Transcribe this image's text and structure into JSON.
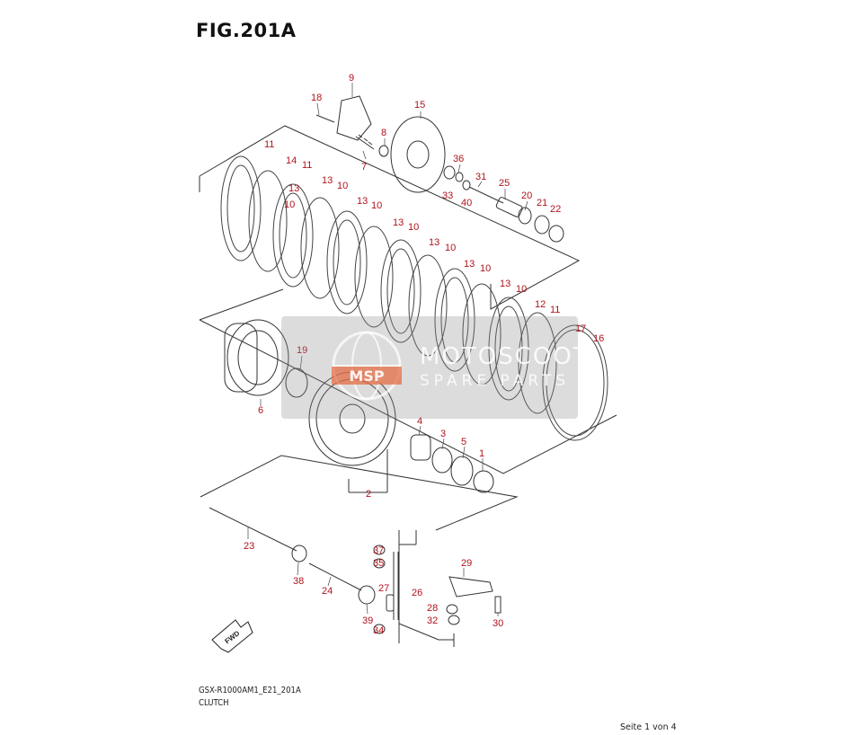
{
  "figure": {
    "title": "FIG.201A",
    "model_code": "GSX-R1000AM1_E21_201A",
    "group_name": "CLUTCH",
    "page_number": "Seite 1 von 4"
  },
  "watermark": {
    "logo_text": "MSP",
    "brand": "MOTOSCOOT",
    "subtitle": "SPARE PARTS"
  },
  "colors": {
    "part_label": "#b0131b",
    "line_art": "#333333",
    "watermark": "#8c8c8c"
  },
  "part_labels": [
    "1",
    "2",
    "3",
    "4",
    "5",
    "6",
    "7",
    "8",
    "9",
    "10",
    "10",
    "10",
    "10",
    "10",
    "10",
    "10",
    "11",
    "11",
    "11",
    "12",
    "13",
    "13",
    "13",
    "13",
    "13",
    "13",
    "13",
    "14",
    "15",
    "16",
    "17",
    "18",
    "19",
    "20",
    "21",
    "22",
    "23",
    "24",
    "25",
    "26",
    "27",
    "28",
    "29",
    "30",
    "31",
    "32",
    "33",
    "34",
    "35",
    "36",
    "37",
    "38",
    "39",
    "40"
  ],
  "fwd_label": "FWD"
}
